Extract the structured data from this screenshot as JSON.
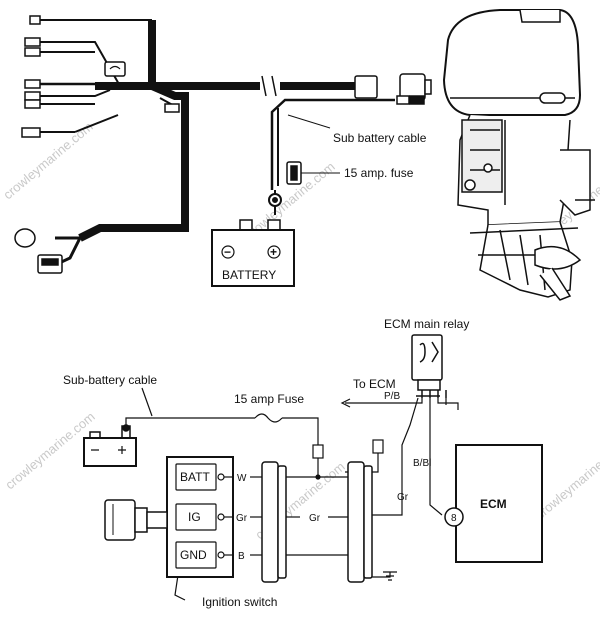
{
  "harness": {
    "sub_battery_cable": "Sub battery cable",
    "fuse": "15 amp. fuse",
    "battery": "BATTERY",
    "battery_minus": "−",
    "battery_plus": "+"
  },
  "schematic": {
    "ecm_main_relay": "ECM main relay",
    "to_ecm": "To ECM",
    "sub_battery_cable": "Sub-battery cable",
    "fuse": "15 amp Fuse",
    "ignition_switch": "Ignition switch",
    "ecm": "ECM",
    "ecm_pin": "8",
    "terminals": {
      "batt": "BATT",
      "ig": "IG",
      "gnd": "GND"
    },
    "wires": {
      "w": "W",
      "gr": "Gr",
      "gr_mid": "Gr",
      "gr_right": "Gr",
      "b": "B",
      "pb": "P/B",
      "bbl": "B/Bl"
    }
  },
  "watermark": "crowleymarine.com"
}
